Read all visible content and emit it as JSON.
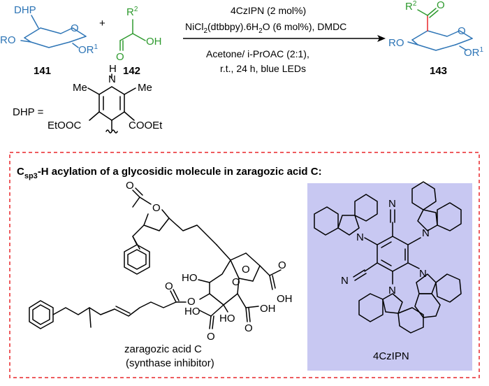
{
  "reaction": {
    "reagent_line1": "4CzIPN (2 mol%)",
    "reagent_line2": "NiCl",
    "reagent_line2_sub": "2",
    "reagent_line2_mid": "(dtbbpy).6H",
    "reagent_line2_sub2": "2",
    "reagent_line2_end": "O (6 mol%), DMDC",
    "condition_line1": "Acetone/ i-PrOAC (2:1),",
    "condition_line2": "r.t., 24 h, blue LEDs",
    "plus": "+",
    "compound_141": "141",
    "compound_142": "142",
    "compound_143": "143"
  },
  "atoms": {
    "dhp": "DHP",
    "ro": "RO",
    "or": "OR",
    "sup1": "1",
    "o": "O",
    "oh": "OH",
    "r": "R",
    "sup2": "2",
    "me": "Me",
    "nh": "N",
    "h": "H",
    "etooc": "EtOOC",
    "cooet": "COOEt",
    "ho": "HO",
    "n": "N"
  },
  "dhp_def": {
    "label": "DHP  ="
  },
  "box": {
    "title_pre": "C",
    "title_sub": "sp3",
    "title_post": "-H acylation of a glycosidic molecule in zaragozic acid C:",
    "caption_line1": "zaragozic acid C",
    "caption_line2": "(synthase inhibitor)",
    "catalyst_label": "4CzIPN",
    "border_color": "#e8262a",
    "panel_color": "#c8c8f2"
  }
}
